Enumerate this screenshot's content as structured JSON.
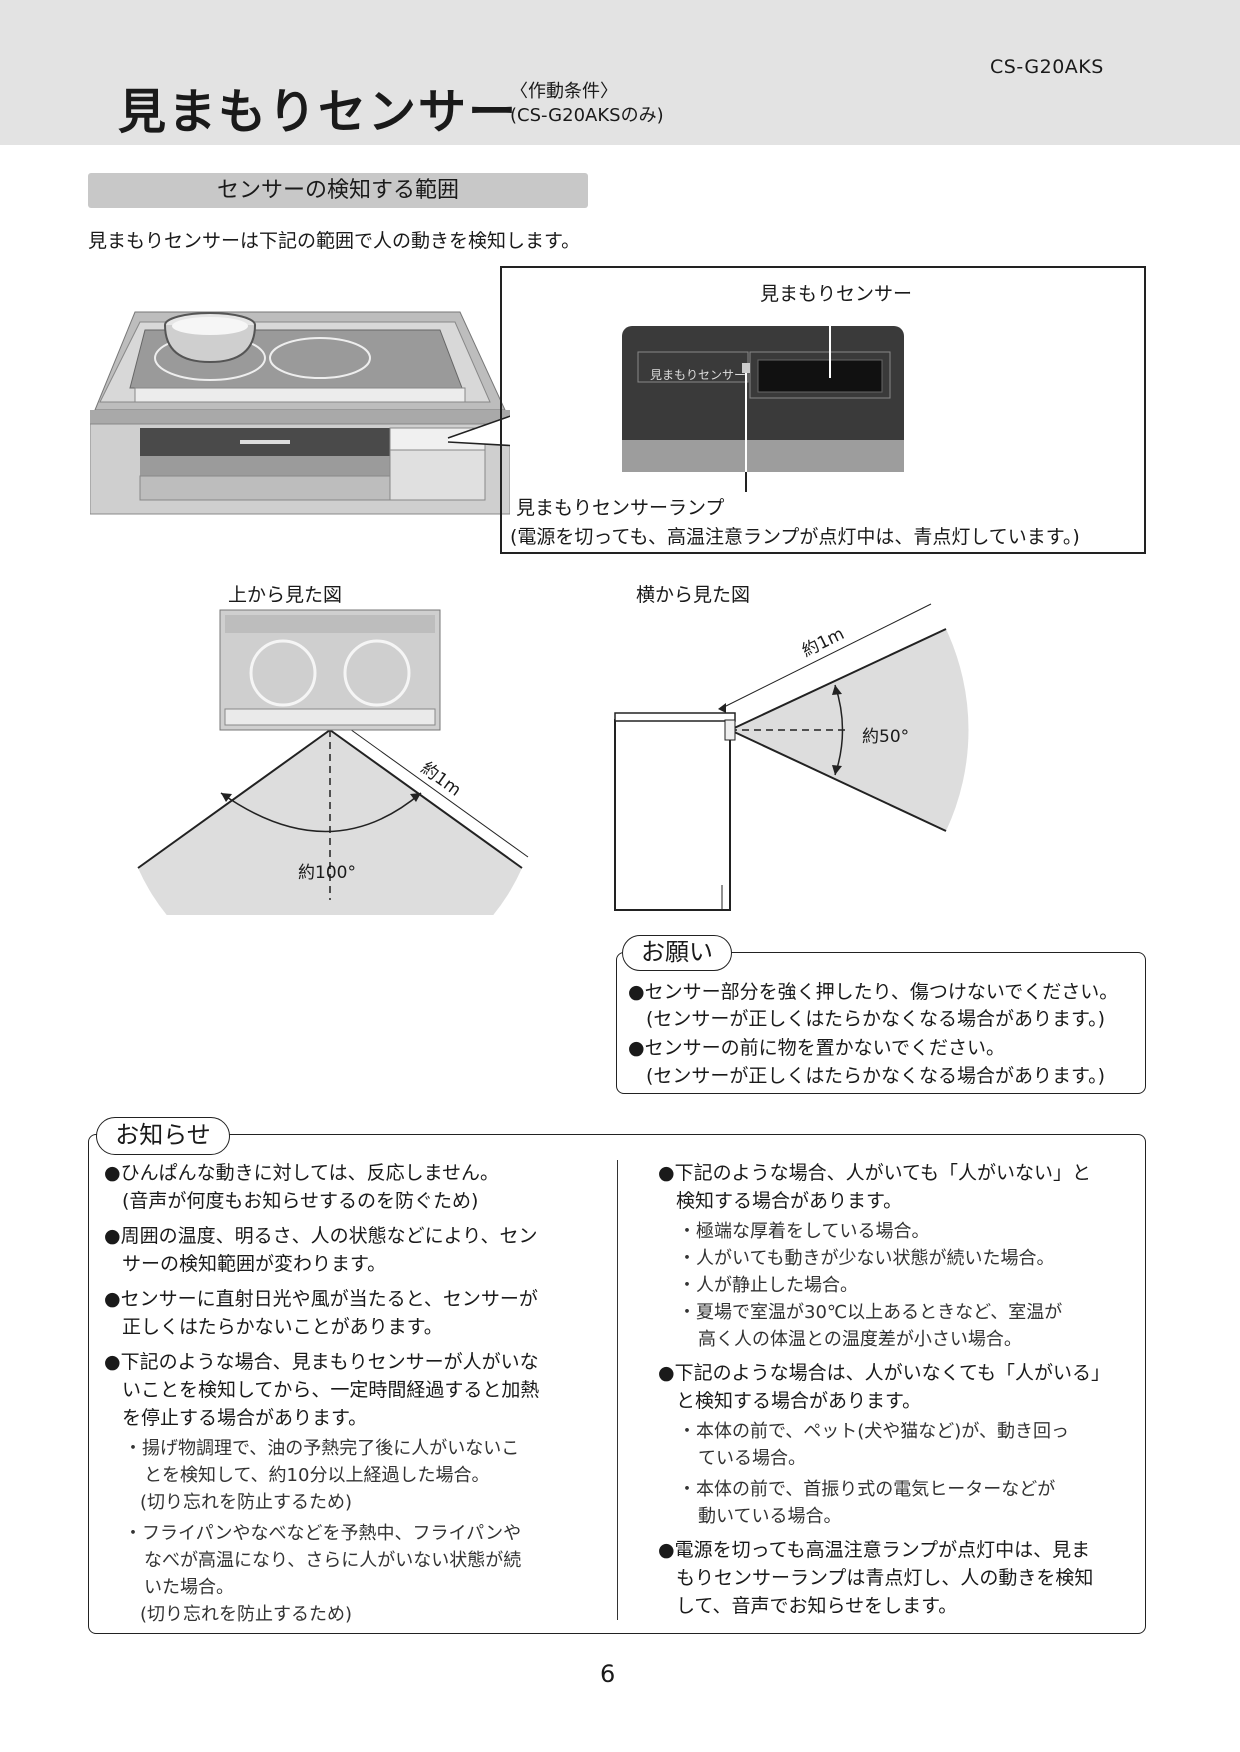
{
  "header": {
    "model": "CS-G20AKS",
    "title": "見まもりセンサー",
    "note_line1": "〈作動条件〉",
    "note_line2": "(CS-G20AKSのみ)"
  },
  "section": {
    "heading": "センサーの検知する範囲",
    "intro": "見まもりセンサーは下記の範囲で人の動きを検知します。"
  },
  "callout": {
    "sensor_label": "見まもりセンサー",
    "panel_text": "見まもりセンサー",
    "lamp_label": "見まもりセンサーランプ",
    "lamp_note": "(電源を切っても、高温注意ランプが点灯中は、青点灯しています。)"
  },
  "diagrams": {
    "top_caption": "上から見た図",
    "side_caption": "横から見た図",
    "top_distance": "約1m",
    "top_angle": "約100°",
    "side_distance": "約1m",
    "side_angle": "約50°"
  },
  "notice": {
    "title": "お願い",
    "items": [
      "●センサー部分を強く押したり、傷つけないでください。",
      "(センサーが正しくはたらかなくなる場合があります。)",
      "●センサーの前に物を置かないでください。",
      "(センサーが正しくはたらかなくなる場合があります。)"
    ]
  },
  "info": {
    "title": "お知らせ",
    "left": {
      "b1_l1": "●ひんぱんな動きに対しては、反応しません。",
      "b1_l2": "(音声が何度もお知らせするのを防ぐため)",
      "b2_l1": "●周囲の温度、明るさ、人の状態などにより、セン",
      "b2_l2": "サーの検知範囲が変わります。",
      "b3_l1": "●センサーに直射日光や風が当たると、センサーが",
      "b3_l2": "正しくはたらかないことがあります。",
      "b4_l1": "●下記のような場合、見まもりセンサーが人がいな",
      "b4_l2": "いことを検知してから、一定時間経過すると加熱",
      "b4_l3": "を停止する場合があります。",
      "s1_l1": "・揚げ物調理で、油の予熱完了後に人がいないこ",
      "s1_l2": "とを検知して、約10分以上経過した場合。",
      "s1_l3": "(切り忘れを防止するため)",
      "s2_l1": "・フライパンやなべなどを予熱中、フライパンや",
      "s2_l2": "なべが高温になり、さらに人がいない状態が続",
      "s2_l3": "いた場合。",
      "s2_l4": "(切り忘れを防止するため)"
    },
    "right": {
      "b1_l1": "●下記のような場合、人がいても「人がいない」と",
      "b1_l2": "検知する場合があります。",
      "s1": "・極端な厚着をしている場合。",
      "s2": "・人がいても動きが少ない状態が続いた場合。",
      "s3": "・人が静止した場合。",
      "s4_l1": "・夏場で室温が30℃以上あるときなど、室温が",
      "s4_l2": "高く人の体温との温度差が小さい場合。",
      "b2_l1": "●下記のような場合は、人がいなくても「人がいる」",
      "b2_l2": "と検知する場合があります。",
      "s5_l1": "・本体の前で、ペット(犬や猫など)が、動き回っ",
      "s5_l2": "ている場合。",
      "s6_l1": "・本体の前で、首振り式の電気ヒーターなどが",
      "s6_l2": "動いている場合。",
      "b3_l1": "●電源を切っても高温注意ランプが点灯中は、見ま",
      "b3_l2": "もりセンサーランプは青点灯し、人の動きを検知",
      "b3_l3": "して、音声でお知らせをします。"
    }
  },
  "page_number": "6"
}
